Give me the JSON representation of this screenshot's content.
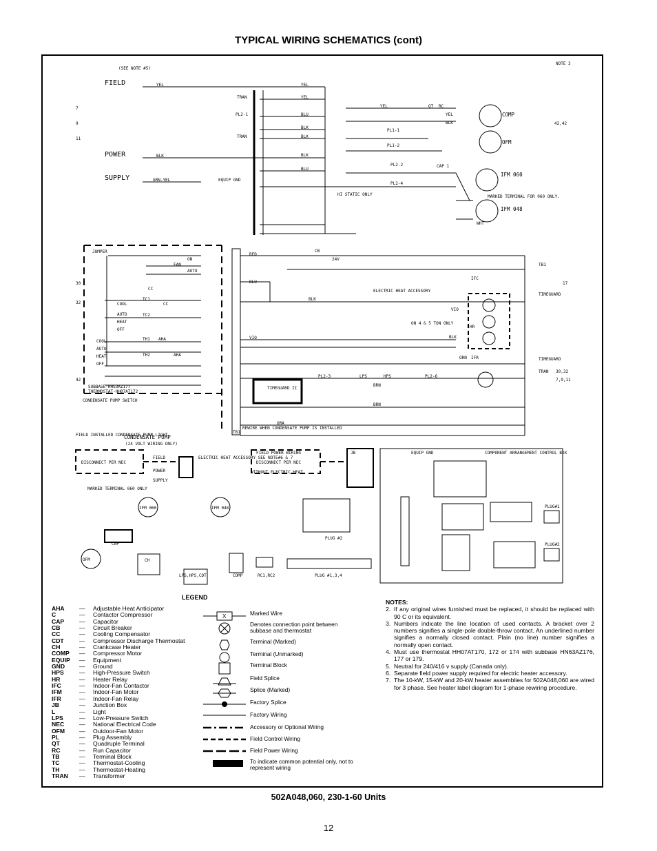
{
  "page_title": "TYPICAL WIRING SCHEMATICS (cont)",
  "subtitle": "502A048,060, 230-1-60 Units",
  "page_number": "12",
  "diagram": {
    "see_note_5": "(SEE NOTE #5)",
    "note_3": "NOTE 3",
    "field_label": "FIELD",
    "power_label": "POWER",
    "supply_label": "SUPPLY",
    "equip_gnd": "EQUIP GND",
    "grn_yel": "GRN-YEL",
    "yel": "YEL",
    "blk": "BLK",
    "blu": "BLU",
    "brn": "BRN",
    "red": "RED",
    "gra": "GRA",
    "vio": "VIO",
    "orn": "ORN",
    "wht": "WHT",
    "tran": "TRAN",
    "pl2_1": "PL2-1",
    "pl1_1": "PL1-1",
    "pl1_2": "PL1-2",
    "pl2_2": "PL2-2",
    "pl2_3": "PL2-3",
    "pl2_4": "PL2-4",
    "pl2_6": "PL2-6",
    "comp": "COMP",
    "ofm": "OFM",
    "ifm_060": "IFM 060",
    "ifm_048": "IFM 048",
    "marked_terminal_060": "MARKED TERMINAL FOR 060 ONLY.",
    "hi_static_only": "HI STATIC ONLY",
    "cap1": "CAP 1",
    "ifc": "IFC",
    "ifr": "IFR",
    "cb": "CB",
    "v24": "24V",
    "lps": "LPS",
    "hps": "HPS",
    "qt": "QT",
    "rc": "RC",
    "hr": "HR",
    "tb1": "TB1",
    "timeguard": "TIMEGUARD",
    "timeguard_ii": "TIMEGUARD II",
    "electric_heat_accessory": "ELECTRIC HEAT ACCESSORY",
    "on_4_5_ton": "ON 4 & 5 TON ONLY",
    "jumper": "JUMPER",
    "fan": "FAN",
    "on": "ON",
    "auto": "AUTO",
    "cool": "COOL",
    "heat": "HEAT",
    "off": "OFF",
    "tc1": "TC1",
    "tc2": "TC2",
    "th1": "TH1",
    "th2": "TH2",
    "aha": "AHA",
    "cc": "CC",
    "subbase": "SUBBASE-HHS3AZ177",
    "thermostat": "THERMOSTAT-HH07AT172",
    "condensate_pump_switch": "CONDENSATE PUMP SWITCH",
    "field_installed_light": "FIELD INSTALLED CONDENSATE PUMP LIGHT",
    "condensate_pump": "CONDENSATE PUMP",
    "volt_24_only": "(24 VOLT WIRING ONLY)",
    "rewire_note": "REWIRE WHEN CONDENSATE PUMP IS INSTALLED",
    "disconnect_per_nec": "DISCONNECT PER NEC",
    "electric_heat_acc_note": "ELECTRIC HEAT ACCESSORY SEE NOTE#6 & 7",
    "field_power_wiring": "FIELD POWER WIRING",
    "without_electric_heat": "WITHOUT ELECTRIC HEAT",
    "marked_terminal_060_only": "MARKED TERMINAL 060 ONLY",
    "component_arrangement": "COMPONENT ARRANGEMENT CONTROL BOX",
    "plug2": "PLUG #2",
    "plug1": "PLUG#1",
    "plug2b": "PLUG#2",
    "plug134": "PLUG #1,3,4",
    "lps_hps_cdt": "LPS,HPS,CDT",
    "rc1_rc2": "RC1,RC2",
    "ch": "CH",
    "cap": "CAP",
    "jb": "JB",
    "line_7": "7",
    "line_9": "9",
    "line_11": "11",
    "line_30": "30",
    "line_32": "32",
    "line_42": "42",
    "line_17": "17",
    "line_3032": "30,32",
    "line_7911": "7,9,11",
    "line_4242": "42,42"
  },
  "legend": {
    "title": "LEGEND",
    "abbreviations": [
      {
        "k": "AHA",
        "v": "Adjustable Heat Anticipator"
      },
      {
        "k": "C",
        "v": "Contactor Compressor"
      },
      {
        "k": "CAP",
        "v": "Capacitor"
      },
      {
        "k": "CB",
        "v": "Circuit Breaker"
      },
      {
        "k": "CC",
        "v": "Cooling Compensator"
      },
      {
        "k": "CDT",
        "v": "Compressor Discharge Thermostat"
      },
      {
        "k": "CH",
        "v": "Crankcase Heater"
      },
      {
        "k": "COMP",
        "v": "Compressor Motor"
      },
      {
        "k": "EQUIP",
        "v": "Equipment"
      },
      {
        "k": "GND",
        "v": "Ground"
      },
      {
        "k": "HPS",
        "v": "High-Pressure Switch"
      },
      {
        "k": "HR",
        "v": "Heater Relay"
      },
      {
        "k": "IFC",
        "v": "Indoor-Fan Contactor"
      },
      {
        "k": "IFM",
        "v": "Indoor-Fan Motor"
      },
      {
        "k": "IFR",
        "v": "Indoor-Fan Relay"
      },
      {
        "k": "JB",
        "v": "Junction Box"
      },
      {
        "k": "L",
        "v": "Light"
      },
      {
        "k": "LPS",
        "v": "Low-Pressure Switch"
      },
      {
        "k": "NEC",
        "v": "National Electrical Code"
      },
      {
        "k": "OFM",
        "v": "Outdoor-Fan Motor"
      },
      {
        "k": "PL",
        "v": "Plug Assembly"
      },
      {
        "k": "QT",
        "v": "Quadruple Terminal"
      },
      {
        "k": "RC",
        "v": "Run Capacitor"
      },
      {
        "k": "TB",
        "v": "Terminal Block"
      },
      {
        "k": "TC",
        "v": "Thermostat-Cooling"
      },
      {
        "k": "TH",
        "v": "Thermostat-Heating"
      },
      {
        "k": "TRAN",
        "v": "Transformer"
      }
    ],
    "dash": "—",
    "marked_wire_x": "X",
    "symbols": [
      "Marked Wire",
      "Denotes connection point between subbase and thermostat",
      "Terminal (Marked)",
      "Terminal (Unmarked)",
      "Terminal Block",
      "Field Splice",
      "Splice (Marked)",
      "Factory Splice",
      "Factory Wiring",
      "Accessory or Optional Wiring",
      "Field Control Wiring",
      "Field Power Wiring",
      "To indicate common potential only, not to represent wiring"
    ]
  },
  "notes": {
    "title": "NOTES:",
    "items": [
      {
        "n": "2.",
        "t": "If any original wires furnished must be replaced, it should be replaced with 90 C or its equivalent."
      },
      {
        "n": "3.",
        "t": "Numbers indicate the line location of used contacts. A bracket over 2 numbers signifies a single-pole double-throw contact. An underlined number signifies a normally closed contact. Plain (no line) number signifies a normally open contact."
      },
      {
        "n": "4.",
        "t": "Must use thermostat HH07AT170, 172 or 174 with subbase HN63AZ176, 177 or 179."
      },
      {
        "n": "5.",
        "t": "Neutral for 240/416 v supply (Canada only)."
      },
      {
        "n": "6.",
        "t": "Separate field power supply required for electric heater accessory."
      },
      {
        "n": "7.",
        "t": "The 10-kW, 15-kW and 20-kW heater assemblies for 502A048,060 are wired for 3 phase. See heater label diagram for 1-phase rewiring procedure."
      }
    ]
  }
}
